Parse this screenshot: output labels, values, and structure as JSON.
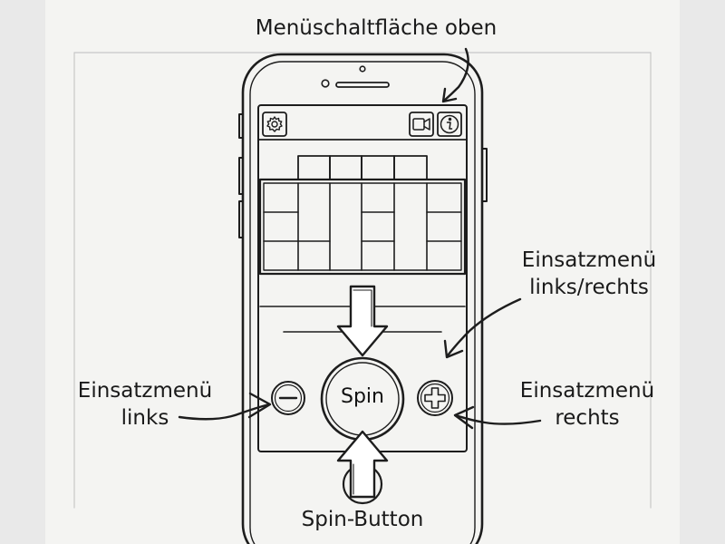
{
  "annotations": {
    "top_menu": "Menüschaltfläche oben",
    "bet_left_right": [
      "Einsatzmenü",
      "links/rechts"
    ],
    "bet_left": [
      "Einsatzmenü",
      "links"
    ],
    "bet_right": [
      "Einsatzmenü",
      "rechts"
    ],
    "spin_button": "Spin-Button"
  },
  "phone": {
    "spin_label": "Spin",
    "icons": [
      "gear-icon",
      "video-camera-icon",
      "info-icon",
      "minus-icon",
      "plus-icon"
    ]
  }
}
